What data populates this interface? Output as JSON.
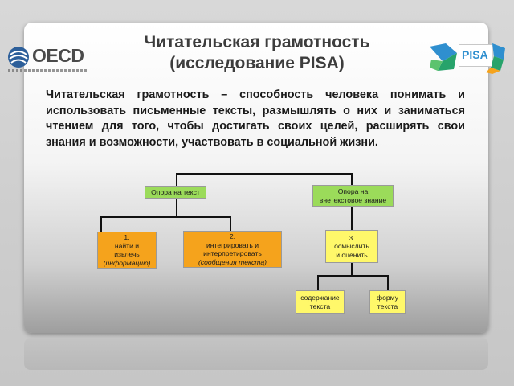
{
  "header": {
    "title_line1": "Читательская грамотность",
    "title_line2": "(исследование PISA)"
  },
  "logos": {
    "oecd": "OECD",
    "pisa": "PISA"
  },
  "definition": "Читательская грамотность – способность человека понимать и использовать письменные тексты, размышлять о них и заниматься чтением для того, чтобы достигать своих целей, расширять свои знания и возможности, участвовать в социальной жизни.",
  "diagram": {
    "branch_left": {
      "label": "Опора на текст"
    },
    "branch_right": {
      "line1": "Опора на",
      "line2": "внетекстовое знание"
    },
    "node1": {
      "line1": "1.",
      "line2": "найти и",
      "line3": "извлечь",
      "line4": "(информацию)"
    },
    "node2": {
      "line1": "2.",
      "line2": "интегрировать и",
      "line3": "интерпретировать",
      "line4": "(сообщения текста)"
    },
    "node3": {
      "line1": "3.",
      "line2": "осмыслить",
      "line3": "и оценить"
    },
    "leaf_content": {
      "line1": "содержание",
      "line2": "текста"
    },
    "leaf_form": {
      "line1": "форму",
      "line2": "текста"
    }
  },
  "colors": {
    "green": "#9bdb5a",
    "yellow": "#fff86a",
    "orange": "#f5a31c"
  }
}
